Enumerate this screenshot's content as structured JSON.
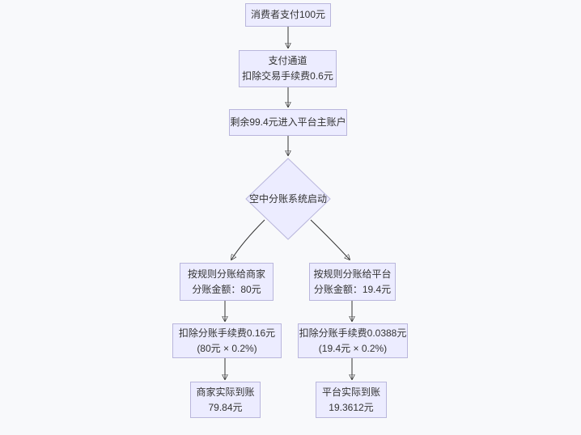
{
  "theme": {
    "page_bg": "#f8f9fb",
    "node_fill": "#ececff",
    "node_border": "#b9b6dc",
    "edge_color": "#333333",
    "text_color": "#333333"
  },
  "diagram": {
    "type": "flowchart",
    "nodes": {
      "consumer": {
        "line1": "消费者支付100元"
      },
      "channel": {
        "line1": "支付通道",
        "line2": "扣除交易手续费0.6元"
      },
      "platform_account": {
        "line1": "剩余99.4元进入平台主账户"
      },
      "split_system": {
        "line1": "空中分账系统启动"
      },
      "merchant_split": {
        "line1": "按规则分账给商家",
        "line2": "分账金额：80元"
      },
      "platform_split": {
        "line1": "按规则分账给平台",
        "line2": "分账金额：19.4元"
      },
      "merchant_fee": {
        "line1": "扣除分账手续费0.16元",
        "line2": "(80元 × 0.2%)"
      },
      "platform_fee": {
        "line1": "扣除分账手续费0.0388元",
        "line2": "(19.4元 × 0.2%)"
      },
      "merchant_final": {
        "line1": "商家实际到账",
        "line2": "79.84元"
      },
      "platform_final": {
        "line1": "平台实际到账",
        "line2": "19.3612元"
      }
    }
  }
}
